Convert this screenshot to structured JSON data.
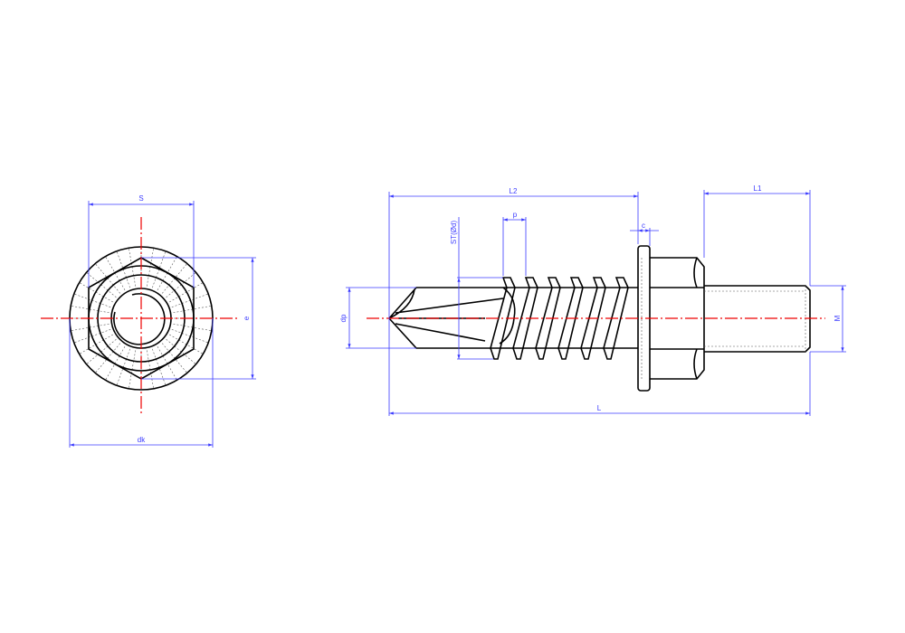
{
  "colors": {
    "object": "#000000",
    "dimension": "#3b3bff",
    "centerline": "#e00000"
  },
  "front_view": {
    "labels": {
      "S": "S",
      "e": "e",
      "dk": "dk"
    }
  },
  "side_view": {
    "labels": {
      "L2": "L2",
      "L1": "L1",
      "L": "L",
      "c": "c",
      "p": "p",
      "ST": "ST(Ød)",
      "dp": "dp",
      "M": "M"
    }
  }
}
